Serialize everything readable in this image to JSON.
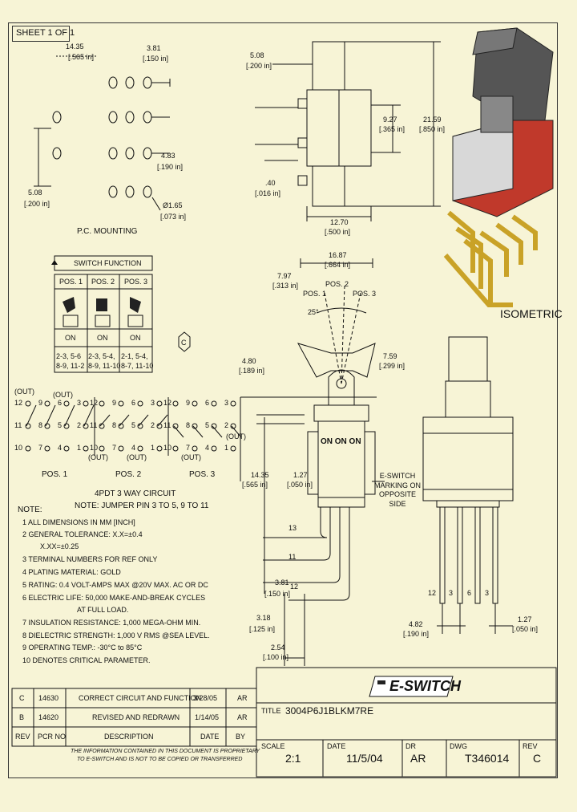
{
  "sheet": "SHEET 1 OF 1",
  "pc_mounting": {
    "label": "P.C. MOUNTING",
    "dim_top_left": "14.35",
    "dim_top_left_in": "[.565 in]",
    "dim_top_right": "3.81",
    "dim_top_right_in": "[.150 in]",
    "dim_left": "5.08",
    "dim_left_in": "[.200 in]",
    "dim_mid": "4.83",
    "dim_mid_in": "[.190 in]",
    "dim_hole": "Ø1.65",
    "dim_hole_in": "[.073 in]"
  },
  "side_view": {
    "dim_top": "5.08",
    "dim_top_in": "[.200 in]",
    "dim_mid": "9.27",
    "dim_mid_in": "[.365 in]",
    "dim_right": "21.59",
    "dim_right_in": "[.850 in]",
    "dim_small": ".40",
    "dim_small_in": "[.016 in]",
    "dim_bottom": "12.70",
    "dim_bottom_in": "[.500 in]"
  },
  "isometric_label": "ISOMETRIC",
  "switch_function": {
    "title": "SWITCH FUNCTION",
    "headers": [
      "POS. 1",
      "POS. 2",
      "POS. 3"
    ],
    "states": [
      "ON",
      "ON",
      "ON"
    ],
    "connections": [
      [
        "2-3, 5-6",
        "8-9, 11-2"
      ],
      [
        "2-3, 5-4,",
        "8-9, 11-10"
      ],
      [
        "2-1, 5-4,",
        "8-7, 11-10"
      ]
    ]
  },
  "circuit": {
    "title": "4PDT 3 WAY CIRCUIT",
    "note": "NOTE: JUMPER PIN 3 TO 5, 9 TO 11",
    "positions": [
      "POS. 1",
      "POS. 2",
      "POS. 3"
    ],
    "out_label": "(OUT)",
    "row1": [
      "12",
      "9",
      "6",
      "3"
    ],
    "row2": [
      "11",
      "8",
      "5",
      "2"
    ],
    "row3": [
      "10",
      "7",
      "4",
      "1"
    ]
  },
  "notes": {
    "heading": "NOTE:",
    "items": [
      "1  ALL DIMENSIONS IN MM [INCH]",
      "2  GENERAL TOLERANCE: X.X=±0.4",
      "X.XX=±0.25",
      "3  TERMINAL NUMBERS FOR REF ONLY",
      "4  PLATING MATERIAL: GOLD",
      "5  RATING: 0.4 VOLT-AMPS MAX @20V MAX. AC OR DC",
      "6  ELECTRIC LIFE: 50,000 MAKE-AND-BREAK CYCLES",
      "AT FULL LOAD.",
      "7  INSULATION RESISTANCE: 1,000 MEGA-OHM MIN.",
      "8  DIELECTRIC STRENGTH: 1,000 V RMS @SEA LEVEL.",
      "9  OPERATING TEMP.: -30°C to 85°C",
      "10  DENOTES CRITICAL PARAMETER."
    ]
  },
  "front_view": {
    "dim_width": "16.87",
    "dim_width_in": "[.664 in]",
    "dim_left": "7.97",
    "dim_left_in": "[.313 in]",
    "pos1": "POS. 1",
    "pos2": "POS. 2",
    "pos3": "POS. 3",
    "angle": "25°",
    "dim_height": "4.80",
    "dim_height_in": "[.189 in]",
    "dim_right": "7.59",
    "dim_right_in": "[.299 in]",
    "dim_body": "14.35",
    "dim_body_in": "[.565 in]",
    "dim_side": "1.27",
    "dim_side_in": "[.050 in]",
    "marking": "ON ON ON",
    "dim_13": "13",
    "dim_11": "11",
    "dim_12": "12",
    "dim_381": "3.81",
    "dim_381_in": "[.150 in]",
    "dim_318": "3.18",
    "dim_318_in": "[.125 in]",
    "dim_254": "2.54",
    "dim_254_in": "[.100 in]",
    "eswitch_note": "E-SWITCH MARKING ON OPPOSITE SIDE"
  },
  "back_view": {
    "pins": [
      "12",
      "3",
      "6",
      "3"
    ],
    "dim_pitch": "4.82",
    "dim_pitch_in": "[.190 in]",
    "dim_side": "1.27",
    "dim_side_in": "[.050 in]"
  },
  "revisions": {
    "rows": [
      [
        "C",
        "14630",
        "CORRECT CIRCUIT AND FUNCTION",
        "3/28/05",
        "AR"
      ],
      [
        "B",
        "14620",
        "REVISED AND REDRAWN",
        "1/14/05",
        "AR"
      ]
    ],
    "header": [
      "REV",
      "PCR NO",
      "DESCRIPTION",
      "DATE",
      "BY"
    ],
    "disclaimer1": "THE INFORMATION CONTAINED IN THIS DOCUMENT IS PROPRIETARY",
    "disclaimer2": "TO E-SWITCH AND IS NOT TO BE COPIED OR TRANSFERRED"
  },
  "title_block": {
    "logo": "E-SWITCH",
    "title_label": "TITLE",
    "title": "3004P6J1BLKM7RE",
    "scale_label": "SCALE",
    "scale": "2:1",
    "date_label": "DATE",
    "date": "11/5/04",
    "dr_label": "DR",
    "dr": "AR",
    "dwg_label": "DWG",
    "dwg": "T346014",
    "rev_label": "REV",
    "rev": "C"
  },
  "colors": {
    "background": "#f7f4d6",
    "switch_red": "#c0392b",
    "switch_black": "#333333",
    "pin_gold": "#c9a227"
  }
}
